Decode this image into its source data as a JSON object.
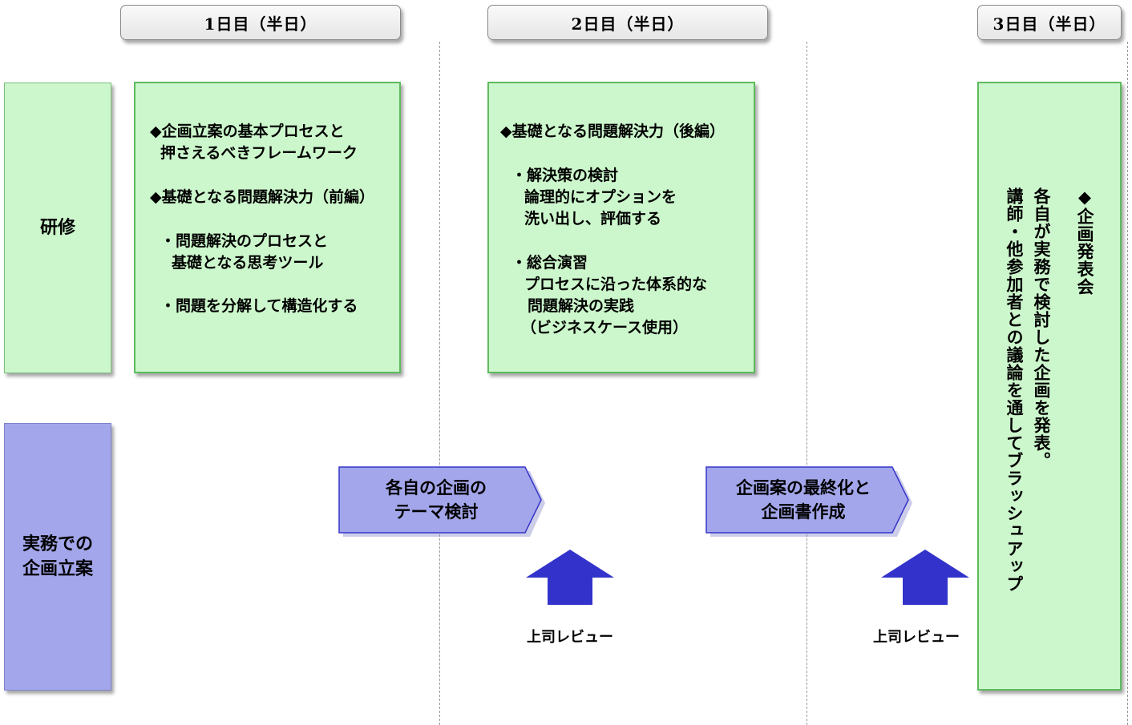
{
  "days": [
    {
      "label": "1日目（半日）"
    },
    {
      "label": "2日目（半日）"
    },
    {
      "label": "3日目（半日）"
    }
  ],
  "rows": {
    "training": "研修",
    "practice": "実務での\n企画立案"
  },
  "day1": {
    "lines": [
      "◆企画立案の基本プロセスと",
      "押さえるべきフレームワーク",
      "◆基礎となる問題解決力（前編）",
      "・問題解決のプロセスと",
      "基礎となる思考ツール",
      "・問題を分解して構造化する"
    ]
  },
  "day2": {
    "lines": [
      "◆基礎となる問題解決力（後編）",
      "・解決策の検討",
      "論理的にオプションを",
      "洗い出し、評価する",
      "・総合演習",
      "プロセスに沿った体系的な",
      "問題解決の実践",
      "（ビジネスケース使用）"
    ]
  },
  "steps": [
    {
      "line1": "各自の企画の",
      "line2": "テーマ検討"
    },
    {
      "line1": "企画案の最終化と",
      "line2": "企画書作成"
    }
  ],
  "reviews": [
    {
      "label": "上司レビュー"
    },
    {
      "label": "上司レビュー"
    }
  ],
  "day3": {
    "col1": "◆企画発表会",
    "col2": "各自が実務で検討した企画を発表。",
    "col3": "講師・他参加者との議論を通してブラッシュアップ"
  },
  "colors": {
    "green_fill": "#ccf7cc",
    "green_border": "#5dbb5d",
    "purple_fill": "#a3a6ea",
    "arrow_blue": "#3333cc"
  }
}
